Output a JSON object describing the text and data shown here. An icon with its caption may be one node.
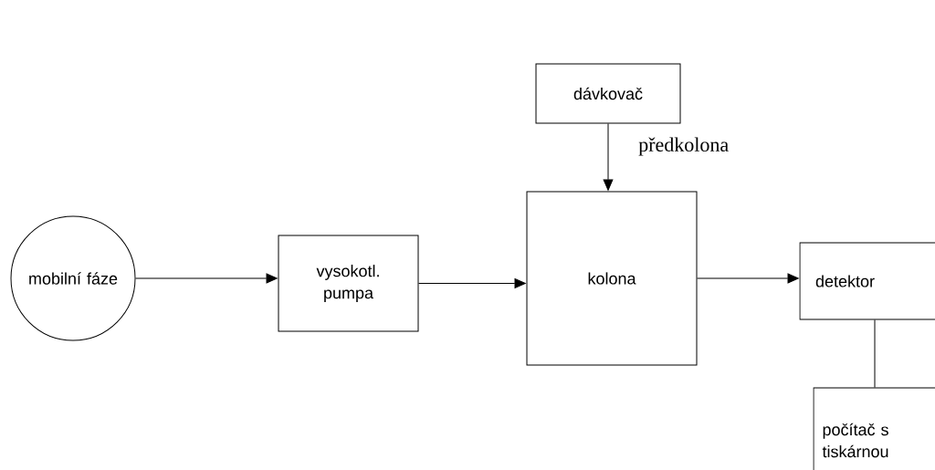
{
  "diagram": {
    "nodes": [
      {
        "text": [
          "mobilní fáze"
        ]
      },
      {
        "text": [
          "vysokotl. pumpa"
        ]
      },
      {
        "text": [
          "dávkovač"
        ]
      },
      {
        "text": [
          "kolona"
        ]
      },
      {
        "text": [
          "detektor"
        ]
      },
      {
        "text": [
          "počítač s tiskárnou"
        ]
      }
    ],
    "edges": [
      {
        "from": 0,
        "to": 1,
        "arrow": "to"
      },
      {
        "from": 1,
        "to": 3,
        "arrow": "to"
      },
      {
        "from": 2,
        "to": 3,
        "arrow": "to",
        "label": "předkolona"
      },
      {
        "from": 3,
        "to": 4,
        "arrow": "to"
      },
      {
        "from": 4,
        "to": 5,
        "arrow": "none"
      }
    ]
  }
}
